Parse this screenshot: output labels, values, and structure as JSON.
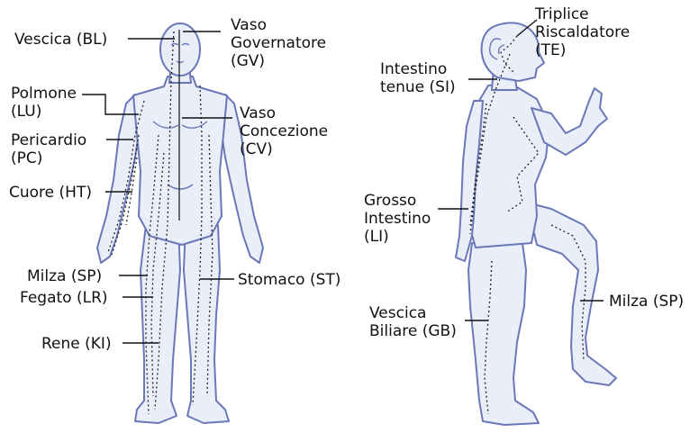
{
  "labels": {
    "bl": "Vescica (BL)",
    "gv1": "Vaso",
    "gv2": "Governatore",
    "gv3": "(GV)",
    "lu1": "Polmone",
    "lu2": "(LU)",
    "pc1": "Pericardio",
    "pc2": "(PC)",
    "cv1": "Vaso",
    "cv2": "Concezione",
    "cv3": "(CV)",
    "ht": "Cuore (HT)",
    "sp_front": "Milza (SP)",
    "lr": "Fegato (LR)",
    "ki": "Rene (KI)",
    "st": "Stomaco (ST)",
    "te1": "Triplice",
    "te2": "Riscaldatore",
    "te3": "(TE)",
    "si1": "Intestino",
    "si2": "tenue (SI)",
    "li1": "Grosso",
    "li2": "Intestino",
    "li3": "(LI)",
    "gb1": "Vescica",
    "gb2": "Biliare (GB)",
    "sp_side": "Milza (SP)"
  },
  "colors": {
    "body_fill": "#e9eef9",
    "body_outline": "#6b78b8",
    "meridian": "#222222"
  }
}
